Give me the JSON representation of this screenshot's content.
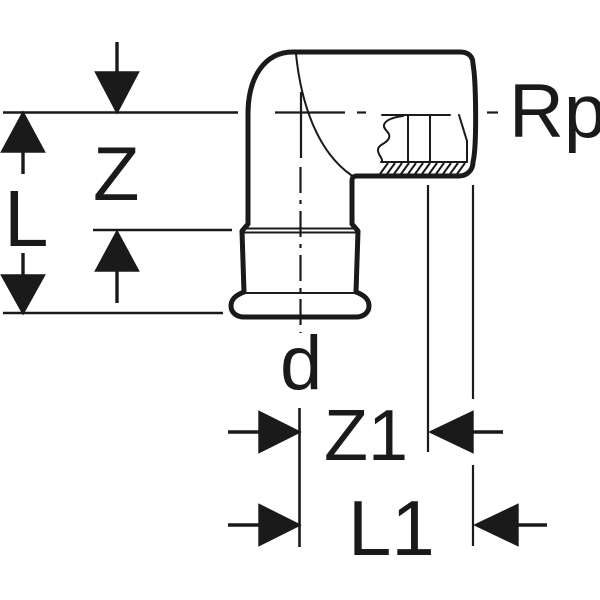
{
  "colors": {
    "ink": "#1a1a1a",
    "background": "#ffffff"
  },
  "labels": {
    "L": "L",
    "Z": "Z",
    "d": "d",
    "Rp": "Rp",
    "Z1": "Z1",
    "L1": "L1"
  }
}
